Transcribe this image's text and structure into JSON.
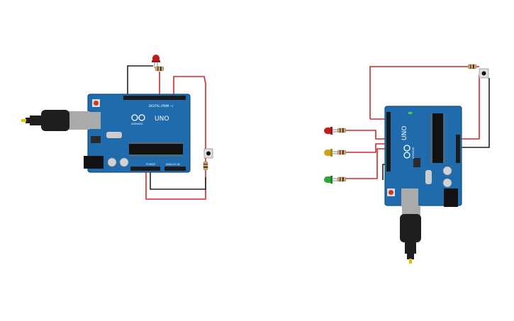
{
  "circuits": [
    {
      "id": "left",
      "board": {
        "brand": "ARDUINO",
        "model": "UNO",
        "digital_header": "DIGITAL (PWM ~)",
        "power_header": "POWER",
        "analog_header": "ANALOG IN"
      },
      "components": [
        "usb-cable",
        "red-led",
        "resistor",
        "resistor",
        "pushbutton"
      ]
    },
    {
      "id": "right",
      "board": {
        "brand": "ARDUINO",
        "model": "UNO"
      },
      "components": [
        "usb-cable",
        "red-led",
        "yellow-led",
        "green-led",
        "resistor",
        "resistor",
        "resistor",
        "resistor",
        "pushbutton"
      ]
    }
  ],
  "colors": {
    "board": "#1f6bac",
    "board_dark": "#15507f",
    "wire_red": "#d42a2a",
    "wire_black": "#222222",
    "led_red": "#c01e1e",
    "led_yellow": "#c7a61c",
    "led_green": "#2ea43a",
    "resistor": "#c9a772"
  }
}
